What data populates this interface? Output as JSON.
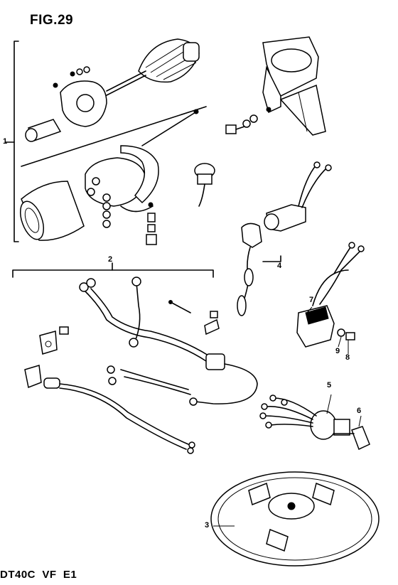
{
  "figure": {
    "title": "FIG.29",
    "footer": "DT40C  VF  E1"
  },
  "callouts": [
    "1",
    "2",
    "3",
    "4",
    "5",
    "6",
    "7",
    "8",
    "9"
  ]
}
